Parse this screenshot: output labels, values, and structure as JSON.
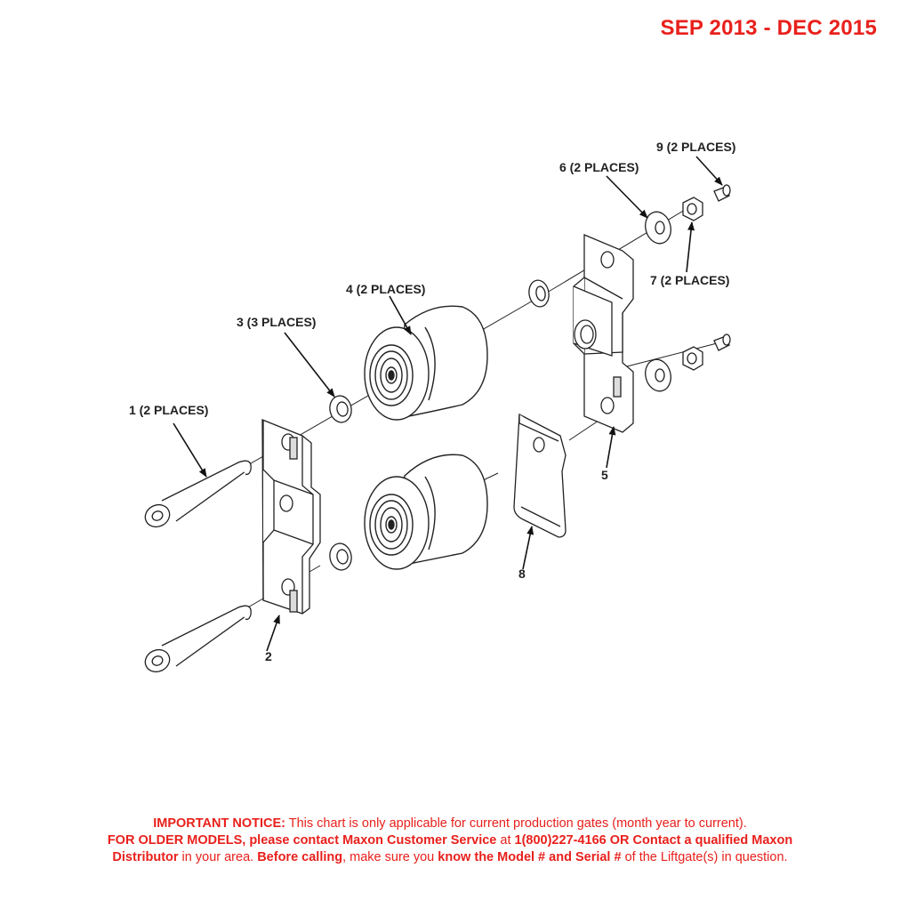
{
  "header": {
    "date_range": "SEP 2013 - DEC 2015"
  },
  "callouts": {
    "c1": "1 (2 PLACES)",
    "c2": "2",
    "c3": "3 (3 PLACES)",
    "c4": "4 (2 PLACES)",
    "c5": "5",
    "c6": "6 (2 PLACES)",
    "c7": "7 (2 PLACES)",
    "c8": "8",
    "c9": "9 (2 PLACES)"
  },
  "notice": {
    "line1_bold": "IMPORTANT NOTICE:",
    "line1_rest": " This chart is only applicable for current production gates (month year to current).",
    "line2_bold_a": "FOR OLDER MODELS, please contact Maxon Customer Service",
    "line2_rest_a": " at ",
    "line2_bold_b": "1(800)227-4166 OR Contact a qualified Maxon",
    "line3_bold_a": "Distributor",
    "line3_rest_a": " in your area. ",
    "line3_bold_b": "Before calling",
    "line3_rest_b": ", make sure you ",
    "line3_bold_c": "know the Model # and Serial #",
    "line3_rest_c": " of the Liftgate(s) in question."
  }
}
